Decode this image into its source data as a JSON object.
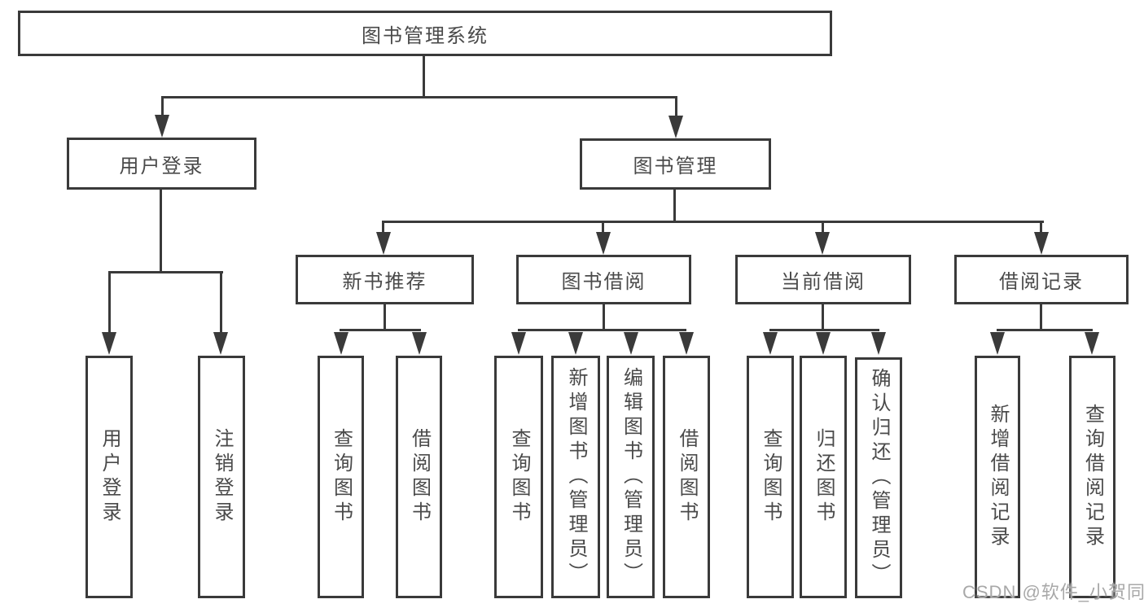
{
  "title": "图书管理系统",
  "branches": {
    "user_login": {
      "label": "用户登录",
      "children": [
        "用户登录",
        "注销登录"
      ]
    },
    "book_mgmt": {
      "label": "图书管理",
      "sections": {
        "new_books": {
          "label": "新书推荐",
          "children": [
            "查询图书",
            "借阅图书"
          ]
        },
        "book_borrow": {
          "label": "图书借阅",
          "children": [
            "查询图书",
            "新增图书（管理员）",
            "编辑图书（管理员）",
            "借阅图书"
          ]
        },
        "current_borrow": {
          "label": "当前借阅",
          "children": [
            "查询图书",
            "归还图书",
            "确认归还（管理员）"
          ]
        },
        "borrow_records": {
          "label": "借阅记录",
          "children": [
            "新增借阅记录",
            "查询借阅记录"
          ]
        }
      }
    }
  },
  "watermark": "CSDN @软件_小贺同学",
  "colors": {
    "line": "#3a3a3a",
    "text": "#4a4a4a",
    "bg": "#ffffff",
    "watermark": "#a8a8a8"
  }
}
